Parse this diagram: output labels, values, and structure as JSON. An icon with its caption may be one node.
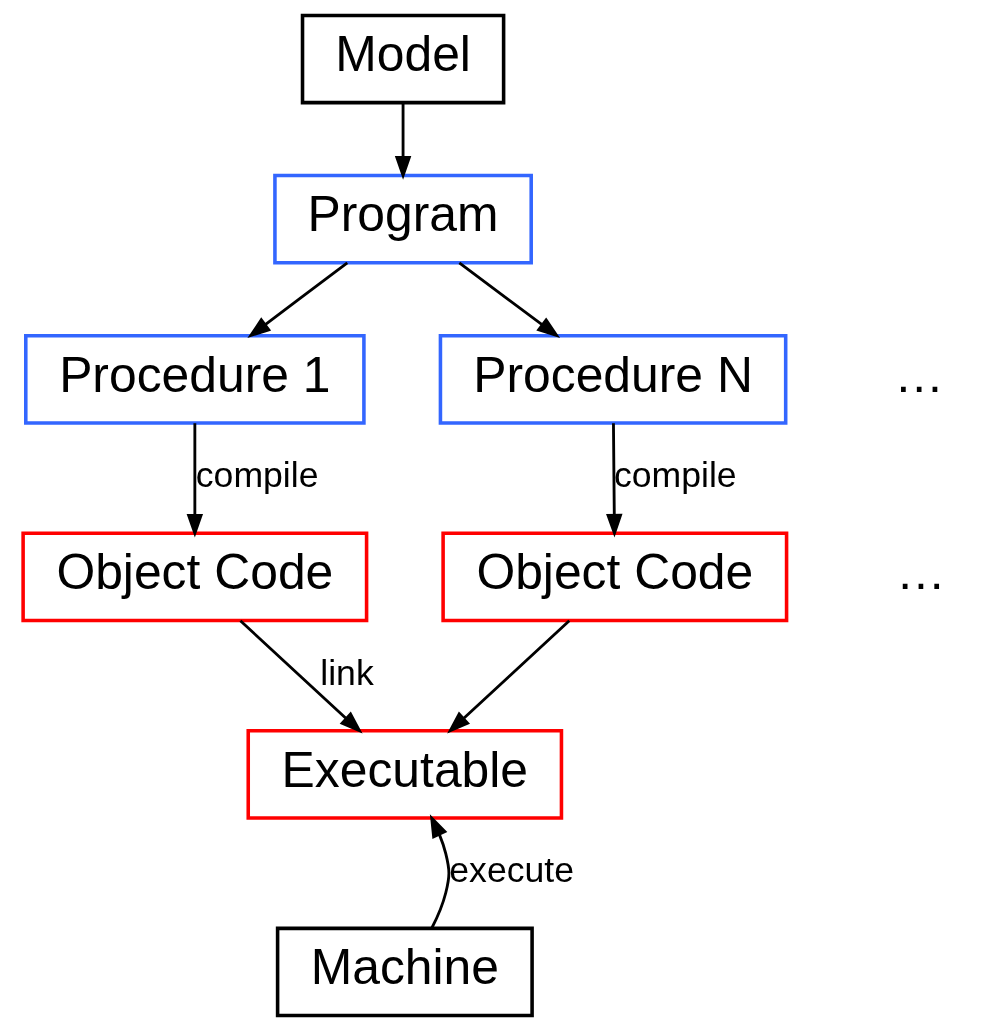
{
  "diagram": {
    "nodes": [
      {
        "text": [
          "Model"
        ]
      },
      {
        "text": [
          "Program"
        ]
      },
      {
        "text": [
          "Procedure 1"
        ]
      },
      {
        "text": [
          "Procedure N"
        ]
      },
      {
        "text": [
          "Object Code"
        ]
      },
      {
        "text": [
          "Object Code"
        ]
      },
      {
        "text": [
          "Executable"
        ]
      },
      {
        "text": [
          "Machine"
        ]
      }
    ],
    "edges": [
      {
        "from": 0,
        "to": 1,
        "arrow": "to"
      },
      {
        "from": 1,
        "to": 2,
        "arrow": "to"
      },
      {
        "from": 1,
        "to": 3,
        "arrow": "to"
      },
      {
        "from": 2,
        "to": 4,
        "arrow": "to",
        "label": "compile"
      },
      {
        "from": 3,
        "to": 5,
        "arrow": "to",
        "label": "compile"
      },
      {
        "from": 4,
        "to": 6,
        "arrow": "to",
        "label": "link"
      },
      {
        "from": 5,
        "to": 6,
        "arrow": "to"
      },
      {
        "from": 7,
        "to": 6,
        "arrow": "to",
        "label": "execute"
      }
    ],
    "labels": [
      "…",
      "…"
    ]
  }
}
